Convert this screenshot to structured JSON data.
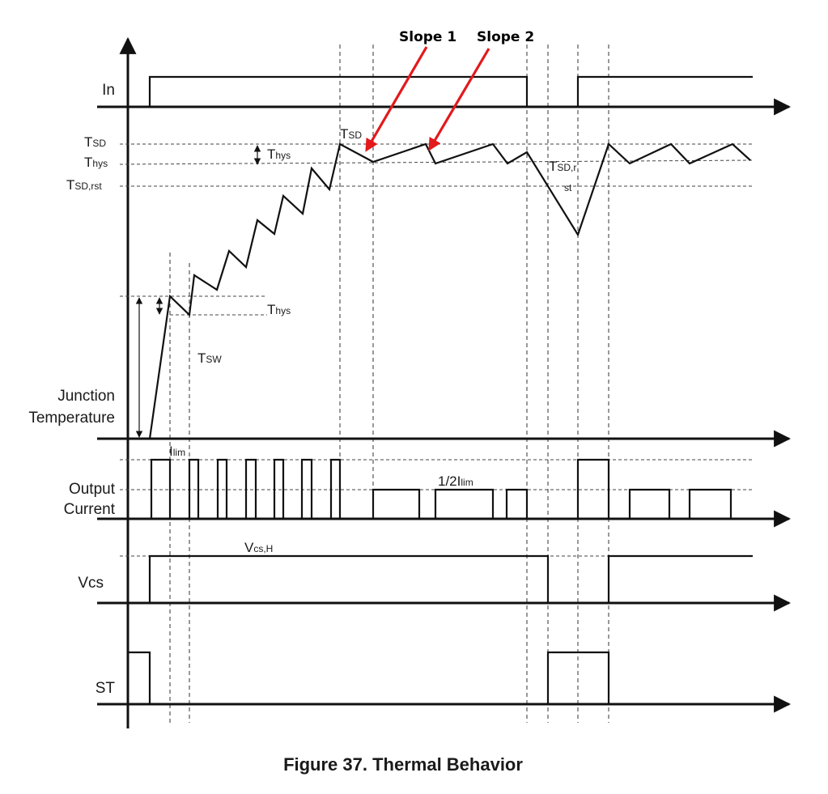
{
  "signals": {
    "in_label": "In",
    "junction_label_line1": "Junction",
    "junction_label_line2": "Temperature",
    "output_label_line1": "Output",
    "output_label_line2": "Current",
    "vcs_label": "Vcs",
    "st_label": "ST"
  },
  "levels": {
    "tsd": {
      "main": "T",
      "sub": "SD"
    },
    "thys": {
      "main": "T",
      "sub": "hys"
    },
    "tsd_rst": {
      "main": "T",
      "sub": "SD,rst"
    },
    "tsd_top": {
      "main": "T",
      "sub": "SD"
    },
    "thys_bracket": {
      "main": "T",
      "sub": "hys"
    },
    "thys_lower": {
      "main": "T",
      "sub": "hys"
    },
    "tsw": {
      "main": "T",
      "sub": "SW"
    },
    "tsd_rst_split_a": {
      "main": "T",
      "sub": "SD,r"
    },
    "tsd_rst_split_b": "st",
    "ilim": {
      "main": "I",
      "sub": "lim"
    },
    "half_ilim": {
      "main": "1/2I",
      "sub": "lim"
    },
    "vcs_h": {
      "main": "V",
      "sub": "cs,H"
    }
  },
  "annotations": {
    "slope1": "Slope 1",
    "slope2": "Slope 2",
    "arrow_color": "#e3191c"
  },
  "caption": "Figure 37.  Thermal Behavior"
}
